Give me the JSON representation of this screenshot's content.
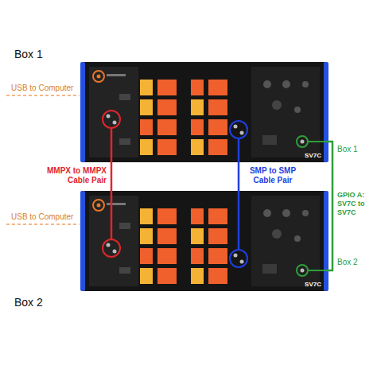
{
  "diagram": {
    "nodes": [
      {
        "text": [
          "Box 1",
          "SV7C"
        ]
      },
      {
        "text": [
          "Box 2",
          "SV7C"
        ]
      }
    ],
    "edges": [
      {
        "from": 0,
        "to": 1,
        "arrow": "none",
        "label": "MMPX to MMPX Cable Pair"
      },
      {
        "from": 0,
        "to": 1,
        "arrow": "none",
        "label": "SMP to SMP Cable Pair"
      },
      {
        "from": 0,
        "to": 1,
        "arrow": "none",
        "label": "GPIO A: SV7C to SV7C"
      }
    ],
    "labels": [
      "USB to Computer",
      "Box 1",
      "USB to Computer",
      "Box 2"
    ]
  }
}
